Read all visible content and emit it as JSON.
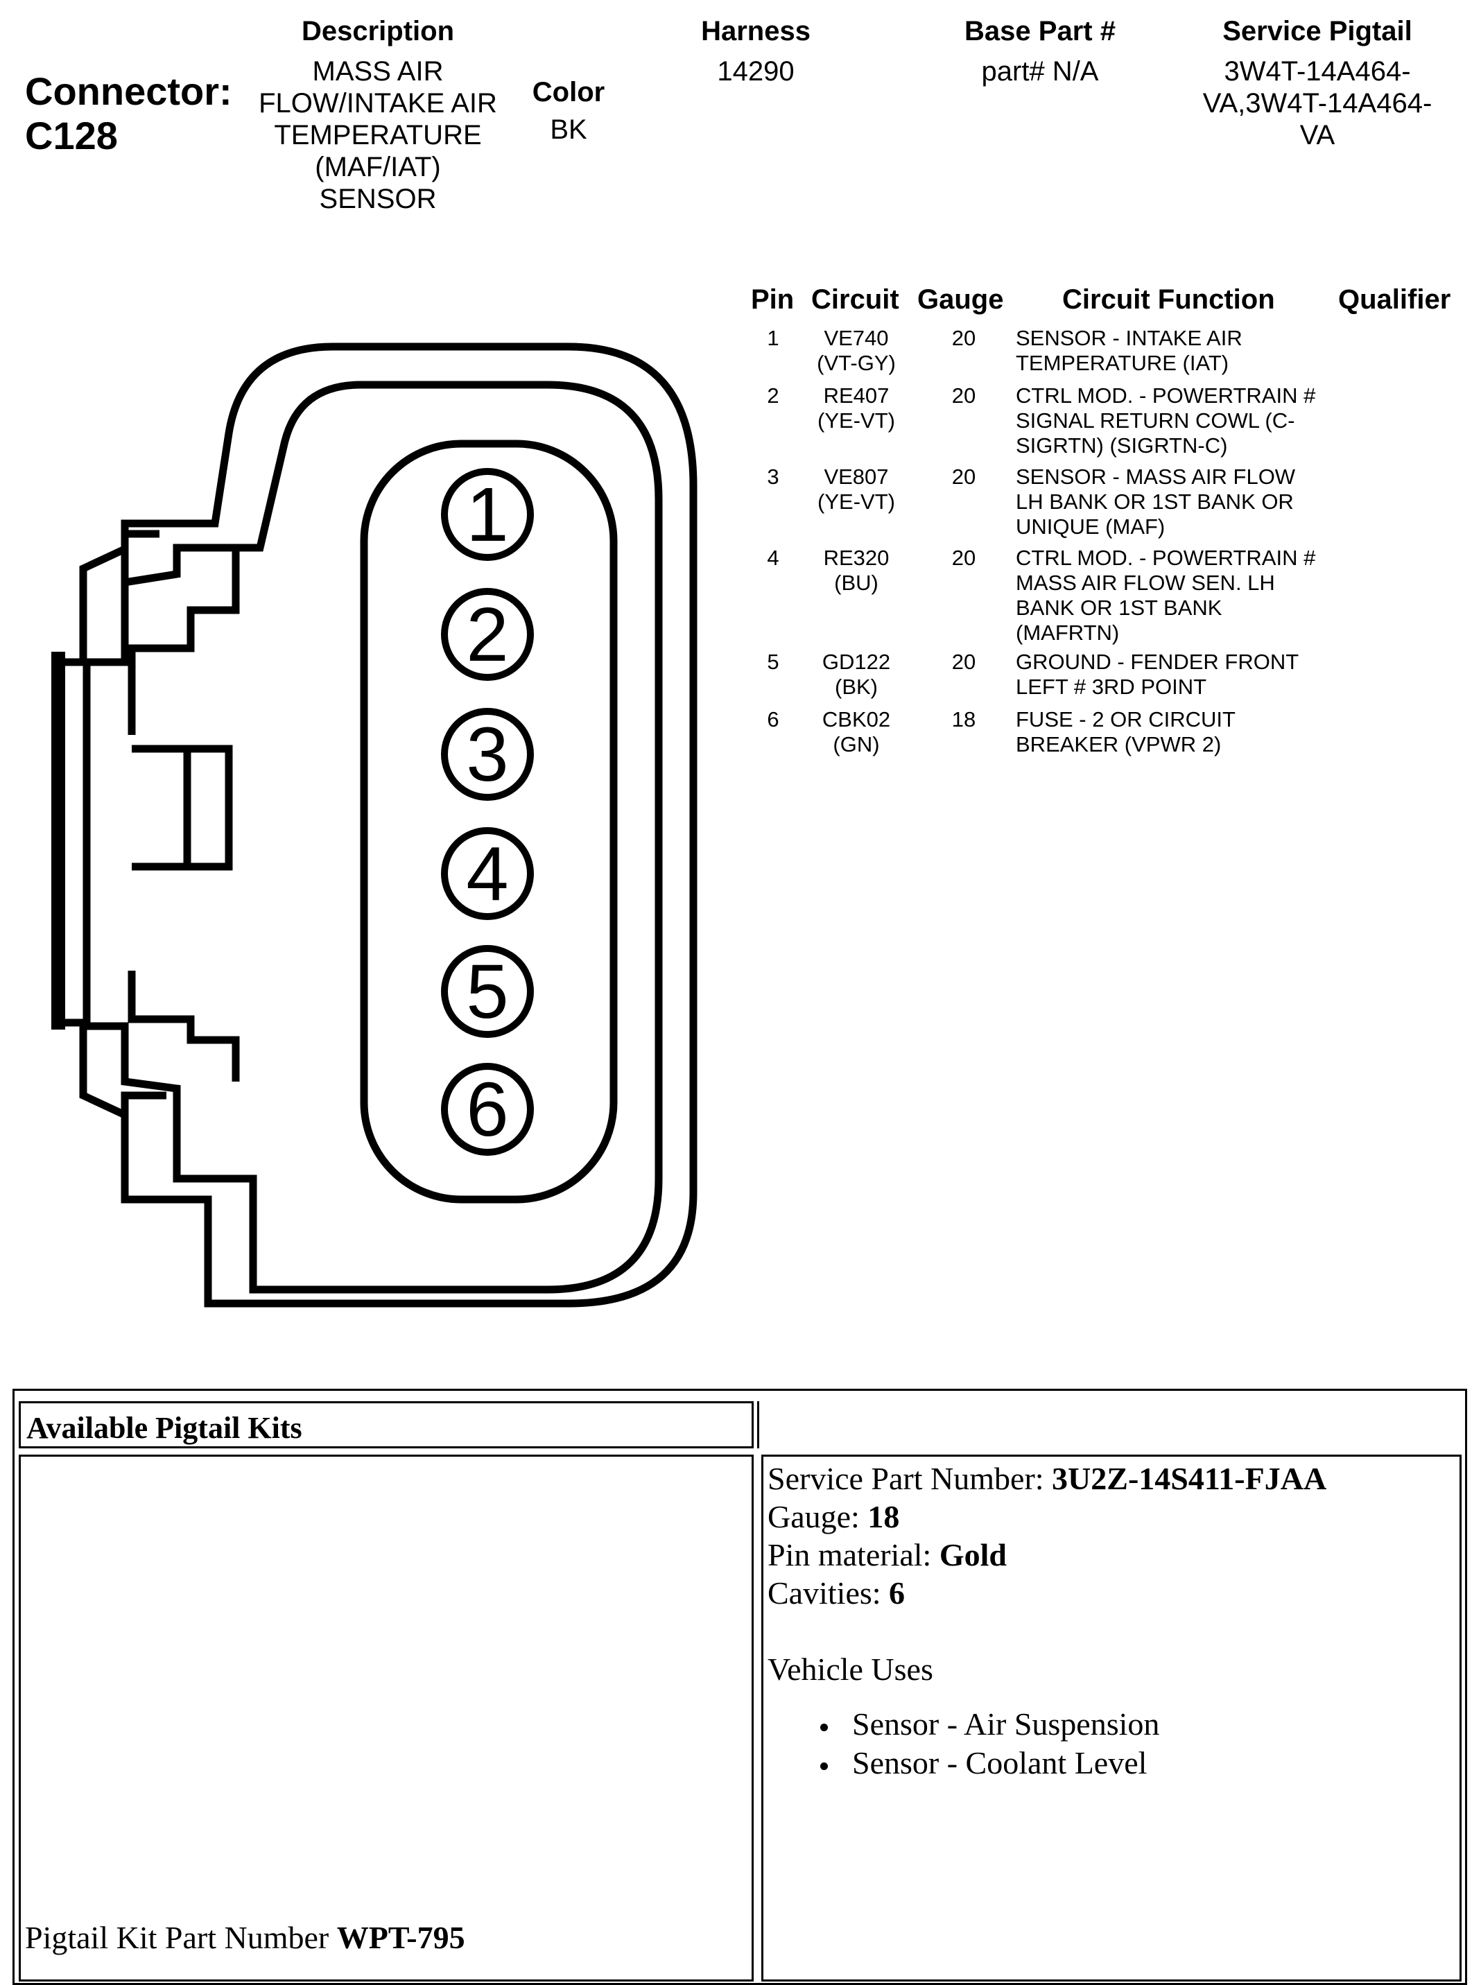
{
  "header": {
    "connector_label": "Connector:",
    "connector_id": "C128",
    "description_header": "Description",
    "description_lines": [
      "MASS AIR",
      "FLOW/INTAKE AIR",
      "TEMPERATURE",
      "(MAF/IAT)",
      "SENSOR"
    ],
    "color_header": "Color",
    "color_value": "BK",
    "harness_header": "Harness",
    "harness_value": "14290",
    "base_part_header": "Base Part #",
    "base_part_value": "part# N/A",
    "service_pigtail_header": "Service Pigtail",
    "service_pigtail_lines": [
      "3W4T-14A464-",
      "VA,3W4T-14A464-",
      "VA"
    ]
  },
  "pin_table": {
    "headers": {
      "pin": "Pin",
      "circuit": "Circuit",
      "gauge": "Gauge",
      "function": "Circuit Function",
      "qualifier": "Qualifier"
    },
    "rows": [
      {
        "pin": "1",
        "circuit": [
          "VE740",
          "(VT-GY)"
        ],
        "gauge": "20",
        "function": [
          "SENSOR - INTAKE AIR",
          "TEMPERATURE (IAT)"
        ]
      },
      {
        "pin": "2",
        "circuit": [
          "RE407",
          "(YE-VT)"
        ],
        "gauge": "20",
        "function": [
          "CTRL MOD. - POWERTRAIN #",
          "SIGNAL RETURN COWL (C-",
          "SIGRTN) (SIGRTN-C)"
        ]
      },
      {
        "pin": "3",
        "circuit": [
          "VE807",
          "(YE-VT)"
        ],
        "gauge": "20",
        "function": [
          "SENSOR - MASS AIR FLOW",
          "LH BANK OR 1ST BANK OR",
          "UNIQUE (MAF)"
        ]
      },
      {
        "pin": "4",
        "circuit": [
          "RE320",
          "(BU)"
        ],
        "gauge": "20",
        "function": [
          "CTRL MOD. - POWERTRAIN #",
          "MASS AIR FLOW SEN. LH",
          "BANK OR 1ST BANK",
          "(MAFRTN)"
        ]
      },
      {
        "pin": "5",
        "circuit": [
          "GD122",
          "(BK)"
        ],
        "gauge": "20",
        "function": [
          "GROUND - FENDER FRONT",
          "LEFT # 3RD POINT"
        ]
      },
      {
        "pin": "6",
        "circuit": [
          "CBK02",
          "(GN)"
        ],
        "gauge": "18",
        "function": [
          "FUSE - 2 OR CIRCUIT",
          "BREAKER (VPWR 2)"
        ]
      }
    ]
  },
  "connector_pins": [
    "1",
    "2",
    "3",
    "4",
    "5",
    "6"
  ],
  "pigtail": {
    "title": "Available Pigtail Kits",
    "service_part_label": "Service Part Number: ",
    "service_part_value": "3U2Z-14S411-FJAA",
    "gauge_label": "Gauge: ",
    "gauge_value": "18",
    "pin_material_label": "Pin material: ",
    "pin_material_value": "Gold",
    "cavities_label": "Cavities: ",
    "cavities_value": "6",
    "vehicle_uses_label": "Vehicle Uses",
    "vehicle_uses": [
      "Sensor - Air Suspension",
      "Sensor - Coolant Level"
    ],
    "kit_number_label": "Pigtail Kit Part Number ",
    "kit_number_value": "WPT-795"
  }
}
